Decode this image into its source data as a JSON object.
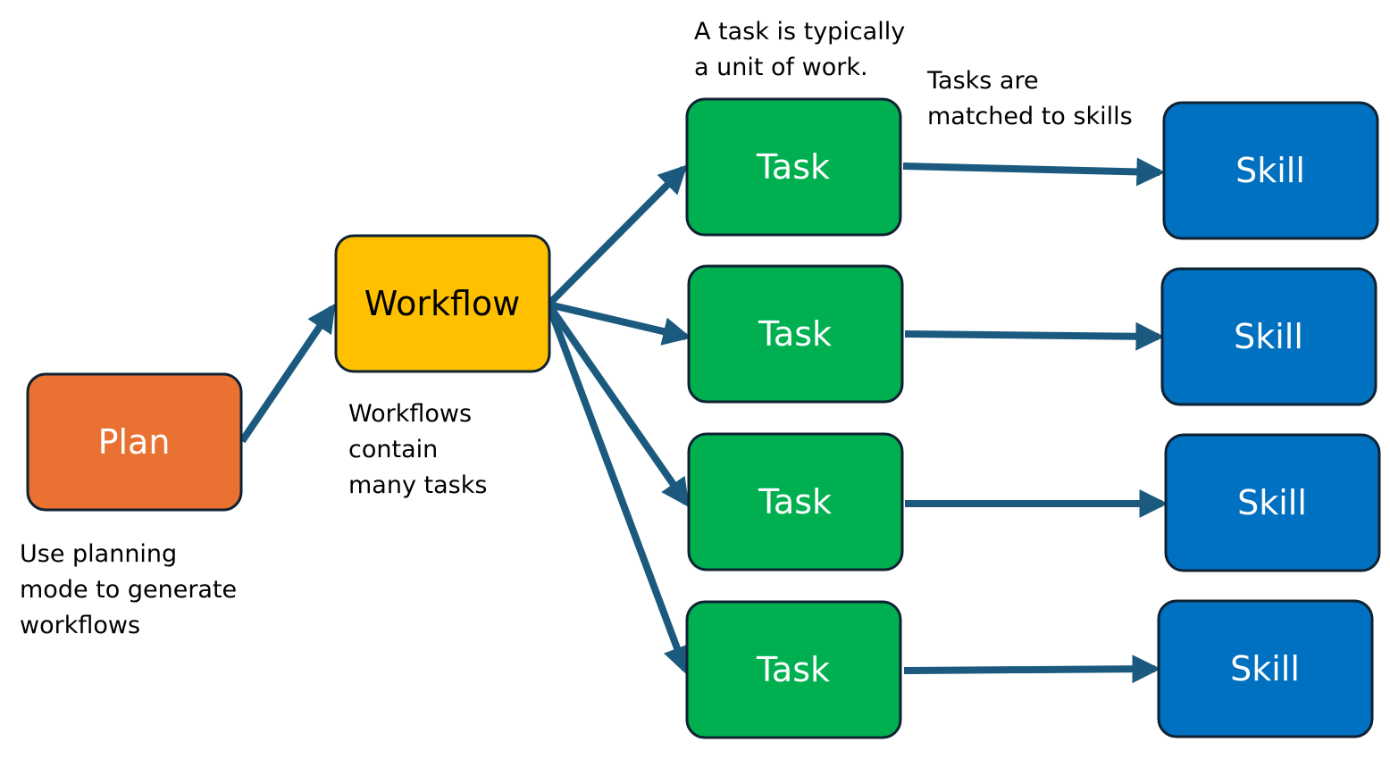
{
  "colors": {
    "plan_fill": "#E97132",
    "workflow_fill": "#FFC000",
    "task_fill": "#00B050",
    "skill_fill": "#0070C0",
    "arrow": "#1B5A7E",
    "box_border": "#0F2233"
  },
  "nodes": {
    "plan": "Plan",
    "workflow": "Workflow",
    "tasks": [
      "Task",
      "Task",
      "Task",
      "Task"
    ],
    "skills": [
      "Skill",
      "Skill",
      "Skill",
      "Skill"
    ]
  },
  "notes": {
    "plan": [
      "Use planning",
      "mode to generate",
      "workflows"
    ],
    "workflow": [
      "Workflows",
      "contain",
      "many tasks"
    ],
    "task": [
      "A task is typically",
      "a unit of work."
    ],
    "skill": [
      "Tasks are",
      "matched to skills"
    ]
  }
}
